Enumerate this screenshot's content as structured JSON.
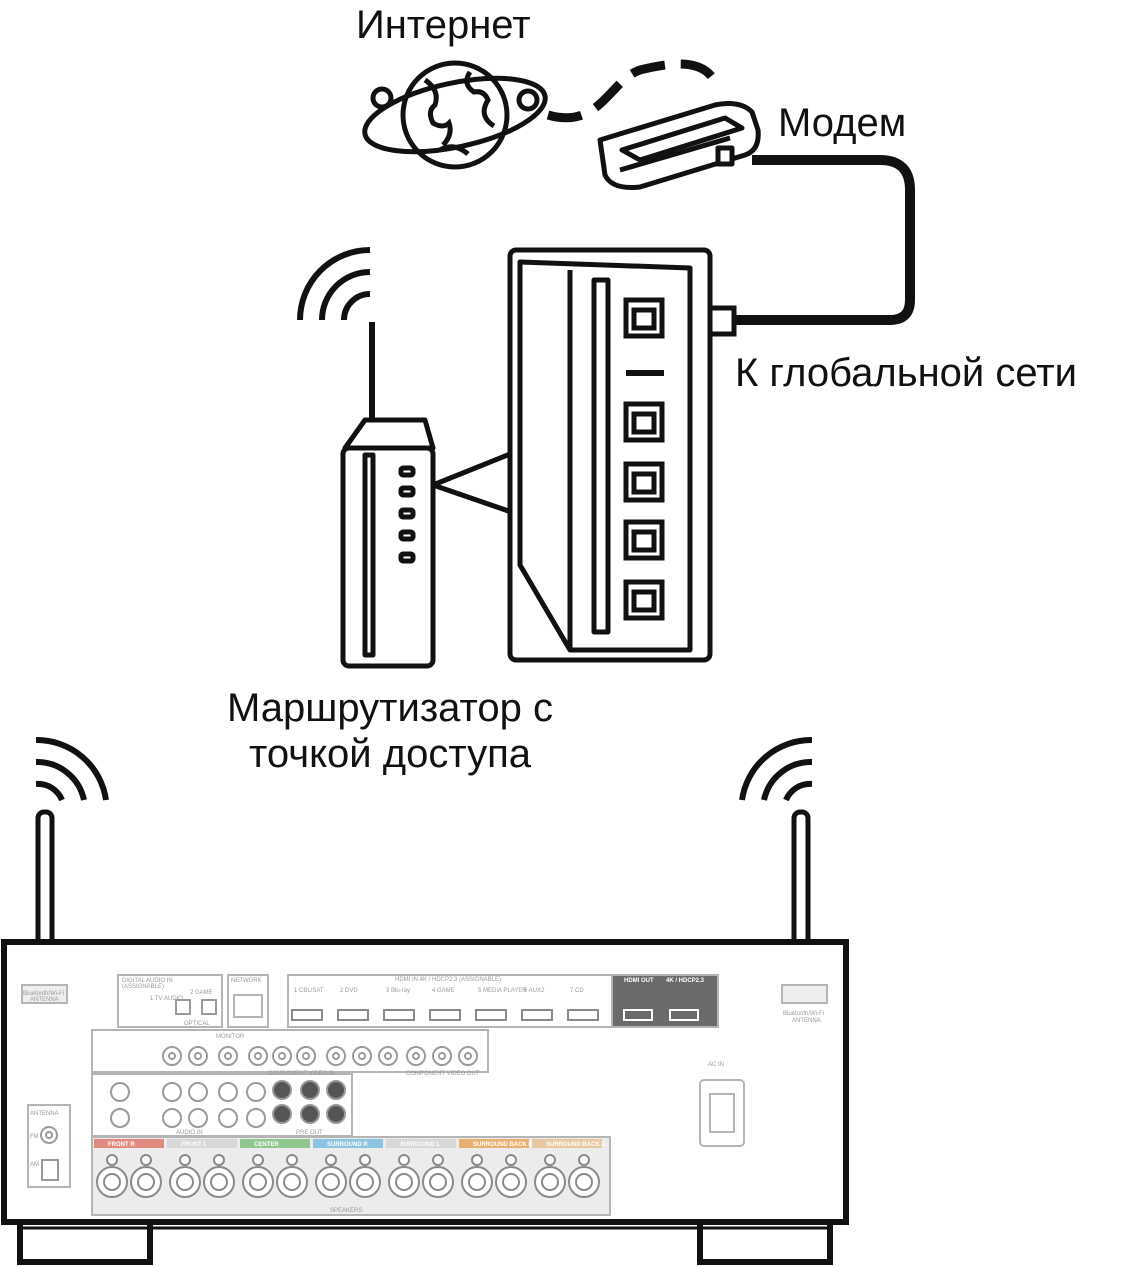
{
  "labels": {
    "internet": "Интернет",
    "modem": "Модем",
    "wan": "К глобальной сети",
    "router_line1": "Маршрутизатор с",
    "router_line2": "точкой доступа"
  },
  "receiver_panel": {
    "bt_left": "Bluetooth/Wi-Fi",
    "bt_left2": "ANTENNA",
    "bt_right": "Bluetooth/Wi-Fi",
    "bt_right2": "ANTENNA",
    "digital_audio": "DIGITAL AUDIO IN",
    "assignable": "(ASSIGNABLE)",
    "optical_1": "1 TV AUDIO",
    "optical_2": "2 GAME",
    "optical": "OPTICAL",
    "network": "NETWORK",
    "hdmi_in": "HDMI IN 4K / HDCP2.3 (ASSIGNABLE)",
    "hdmi_inputs": [
      "1 CBL/SAT",
      "2 DVD",
      "3 Blu-ray",
      "4 GAME",
      "5 MEDIA PLAYER",
      "6 AUX2",
      "7 CD"
    ],
    "hdmi_out": "HDMI OUT",
    "hdmi_out_4k": "4K / HDCP2.3",
    "monitor": "MONITOR",
    "component_video": "COMPONENT VIDEO IN",
    "component_video_out": "COMPONENT VIDEO OUT",
    "ac_in": "AC IN",
    "antenna": "ANTENNA",
    "fm": "FM",
    "am": "AM",
    "audio_in": "AUDIO IN",
    "pre_out": "PRE OUT",
    "speakers": "SPEAKERS",
    "speaker_groups": [
      {
        "label": "FRONT R",
        "color": "#e08a80"
      },
      {
        "label": "FRONT L",
        "color": "#d8d8d8"
      },
      {
        "label": "CENTER",
        "color": "#8fc78f"
      },
      {
        "label": "SURROUND R",
        "color": "#8cc3e0"
      },
      {
        "label": "SURROUND L",
        "color": "#d8d8d8"
      },
      {
        "label": "SURROUND BACK R",
        "color": "#e8b070"
      },
      {
        "label": "SURROUND BACK L",
        "color": "#e8c8a0"
      }
    ]
  },
  "colors": {
    "line": "#111111",
    "panel_gray": "#a8a8a8",
    "panel_light": "#e6e6e6"
  }
}
